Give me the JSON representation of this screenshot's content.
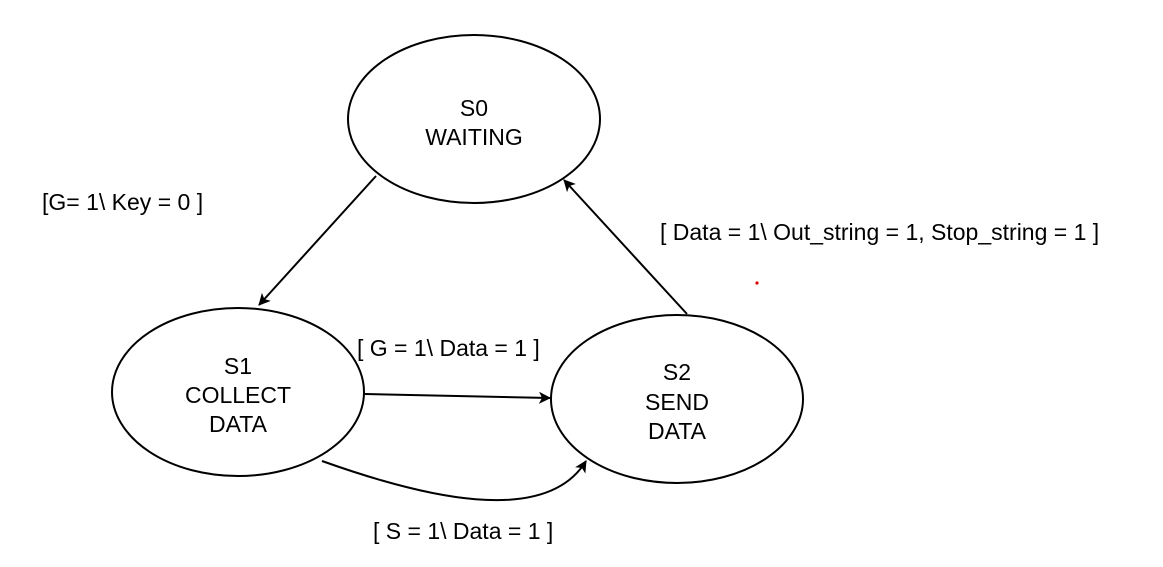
{
  "states": {
    "s0": {
      "id": "S0",
      "name": "WAITING"
    },
    "s1": {
      "id": "S1",
      "name_line1": "COLLECT",
      "name_line2": "DATA"
    },
    "s2": {
      "id": "S2",
      "name_line1": "SEND",
      "name_line2": "DATA"
    }
  },
  "transitions": {
    "s0_to_s1": "[G= 1\\ Key = 0 ]",
    "s1_to_s2_g": "[ G = 1\\ Data = 1 ]",
    "s1_to_s2_s": "[ S = 1\\ Data = 1 ]",
    "s2_to_s0": "[ Data = 1\\ Out_string = 1, Stop_string = 1 ]"
  },
  "colors": {
    "stroke": "#000000",
    "background": "#ffffff",
    "stray_dot": "#e00000"
  }
}
